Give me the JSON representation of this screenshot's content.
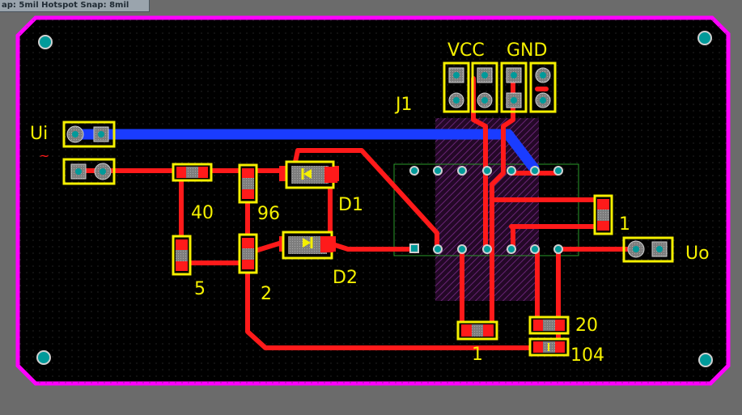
{
  "status_bar": {
    "text": "ap: 5mil Hotspot Snap: 8mil"
  },
  "labels": {
    "ui": "Ui",
    "ui_symbol": "~",
    "uo": "Uo",
    "vcc": "VCC",
    "gnd": "GND",
    "j1": "J1",
    "d1": "D1",
    "d2": "D2",
    "r40": "40",
    "r96": "96",
    "r5": "5",
    "r2": "2",
    "r1_right": "1",
    "r1_bottom": "1",
    "r20": "20",
    "c104": "104"
  },
  "colors": {
    "board_background": "#000000",
    "board_outline": "#ff00ff",
    "top_copper": "#ff1a1a",
    "bottom_copper": "#1a3cff",
    "silkscreen": "#f5f000",
    "pad": "#9a9a9a",
    "via": "#009a9a",
    "component_body": "#7a2a8a"
  }
}
